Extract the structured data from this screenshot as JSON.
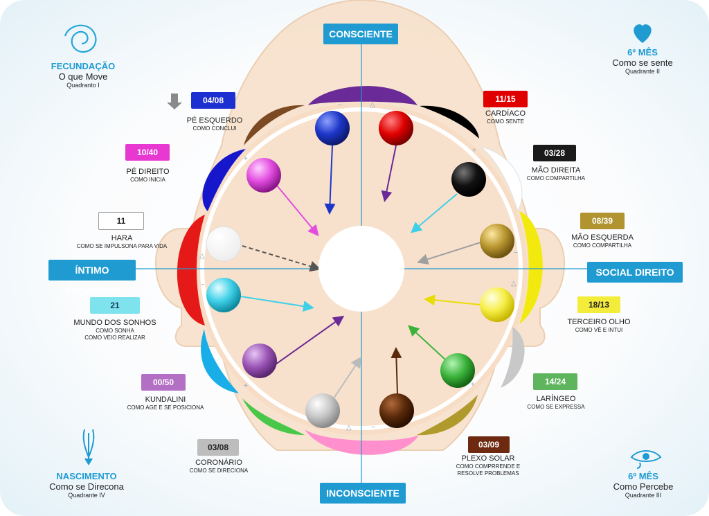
{
  "axes": {
    "top": "CONSCIENTE",
    "bottom": "INCONSCIENTE",
    "left": "ÍNTIMO ESQUERDO",
    "right": "SOCIAL DIREITO",
    "color": "#1f9bd2"
  },
  "corners": {
    "tl": {
      "title": "FECUNDAÇÃO",
      "sub": "O que Move",
      "quad": "Quadranto I",
      "icon": "spiral-icon"
    },
    "tr": {
      "title": "6º MÊS",
      "sub": "Como se sente",
      "quad": "Quadrante II",
      "icon": "heart-icon"
    },
    "bl": {
      "title": "NASCIMENTO",
      "sub": "Como se Direcona",
      "quad": "Quadrante IV",
      "icon": "trident-icon"
    },
    "br": {
      "title": "6º MÊS",
      "sub": "Como Percebe",
      "quad": "Quadrante III",
      "icon": "eye-icon"
    }
  },
  "centers": [
    {
      "id": "pe_esquerdo",
      "badge": "04/08",
      "badge_bg": "#1c2fd0",
      "badge_fg": "#ffffff",
      "name": "PÉ ESQUERDO",
      "sub": [
        "COMO CONCLUI"
      ]
    },
    {
      "id": "pe_direito",
      "badge": "10/40",
      "badge_bg": "#e838d2",
      "badge_fg": "#ffffff",
      "name": "PÉ DIREITO",
      "sub": [
        "COMO INICIA"
      ]
    },
    {
      "id": "hara",
      "badge": "11",
      "badge_bg": "#ffffff",
      "badge_fg": "#222222",
      "name": "HARA",
      "sub": [
        "COMO SE IMPULSONA PARA VIDA"
      ]
    },
    {
      "id": "mundo_sonhos",
      "badge": "21",
      "badge_bg": "#7fe3ee",
      "badge_fg": "#1b3a55",
      "name": "MUNDO DOS SONHOS",
      "sub": [
        "COMO SONHA",
        "COMO VEIO REALIZAR"
      ]
    },
    {
      "id": "kundalini",
      "badge": "00/50",
      "badge_bg": "#b36fc4",
      "badge_fg": "#ffffff",
      "name": "KUNDALINI",
      "sub": [
        "COMO AGE E SE POSICIONA"
      ]
    },
    {
      "id": "coronario",
      "badge": "03/08",
      "badge_bg": "#bdbdbd",
      "badge_fg": "#222222",
      "name": "CORONÁRIO",
      "sub": [
        "COMO SE DIRECIONA"
      ]
    },
    {
      "id": "cardiaco",
      "badge": "11/15",
      "badge_bg": "#e00000",
      "badge_fg": "#ffffff",
      "name": "CARDÍACO",
      "sub": [
        "COMO SENTE"
      ]
    },
    {
      "id": "mao_direita",
      "badge": "03/28",
      "badge_bg": "#1a1a1a",
      "badge_fg": "#ffffff",
      "name": "MÃO DIREITA",
      "sub": [
        "COMO COMPARTILHA"
      ]
    },
    {
      "id": "mao_esquerda",
      "badge": "08/39",
      "badge_bg": "#b19430",
      "badge_fg": "#ffffff",
      "name": "MÃO ESQUERDA",
      "sub": [
        "COMO COMPARTILHA"
      ]
    },
    {
      "id": "terceiro_olho",
      "badge": "18/13",
      "badge_bg": "#f4ec3a",
      "badge_fg": "#222222",
      "name": "TERCEIRO OLHO",
      "sub": [
        "COMO VÊ E INTUI"
      ]
    },
    {
      "id": "laringeo",
      "badge": "14/24",
      "badge_bg": "#5eb55e",
      "badge_fg": "#ffffff",
      "name": "LARÍNGEO",
      "sub": [
        "COMO SE EXPRESSA"
      ]
    },
    {
      "id": "plexo_solar",
      "badge": "03/09",
      "badge_bg": "#6e2a10",
      "badge_fg": "#ffffff",
      "name": "PLEXO SOLAR",
      "sub": [
        "COMO COMPRRENDE E",
        "RESOLVE PROBLEMAS"
      ]
    }
  ],
  "petal_colors": [
    "#6a2a97",
    "#000000",
    "#ffffff",
    "#f2ea0f",
    "#ffffff",
    "#c8c8c8",
    "#b09a2c",
    "#ff8fcd",
    "#49c749",
    "#19aee8",
    "#e61919",
    "#1616cc",
    "#7b4a22"
  ],
  "ball_colors": {
    "blue": "#1d36c8",
    "red": "#e00000",
    "black": "#111111",
    "gold": "#b8962e",
    "yellow": "#f6ee46",
    "green": "#3bb33b",
    "brown": "#5a2a0a",
    "silver": "#c7c7c7",
    "violet": "#9b55b6",
    "cyan": "#3fd0e8",
    "white": "#ffffff",
    "magenta": "#e24ce0"
  },
  "marks": [
    "−",
    "+",
    "△"
  ]
}
